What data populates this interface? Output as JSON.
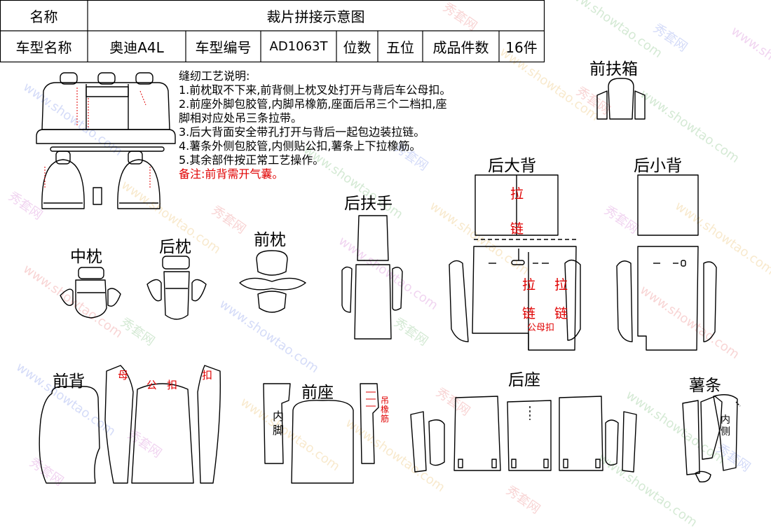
{
  "header": {
    "name_label": "名称",
    "title": "裁片拼接示意图",
    "model_name_label": "车型名称",
    "model_name": "奥迪A4L",
    "model_code_label": "车型编号",
    "model_code": "AD1063T",
    "seats_label": "位数",
    "seats": "五位",
    "pieces_label": "成品件数",
    "pieces": "16件"
  },
  "notes": {
    "heading": "缝纫工艺说明:",
    "lines": [
      "1.前枕取不下来,前背侧上枕叉处打开与背后车公母扣。",
      "2.前座外脚包胶管,内脚吊橡筋,座面后吊三个二档扣,座",
      "脚相对应处吊三条拉带。",
      "3.后大背面安全带孔打开与背后一起包边装拉链。",
      "4.薯条外侧包胶管,内侧贴公扣,薯条上下拉橡筋。",
      "5.其余部件按正常工艺操作。"
    ],
    "remark": "备注:前背需开气囊。"
  },
  "parts": {
    "front_armrest_box": "前扶箱",
    "rear_big_back": "后大背",
    "rear_small_back": "后小背",
    "rear_armrest": "后扶手",
    "middle_pillow": "中枕",
    "rear_pillow": "后枕",
    "front_pillow": "前枕",
    "front_back": "前背",
    "front_seat": "前座",
    "rear_seat": "后座",
    "fries": "薯条"
  },
  "annotations": {
    "zipper_1": "拉",
    "zipper_2": "链",
    "female": "母",
    "male_buckle": "公扣",
    "buckle": "扣",
    "male_female_buckle": "公母扣",
    "inner_foot": "内脚",
    "hang_elastic": "吊橡筋",
    "inner_side": "内侧"
  },
  "watermark": {
    "cn": "秀套网",
    "url": "www.showtao.com"
  },
  "colors": {
    "line": "#000000",
    "red": "#e00000"
  }
}
